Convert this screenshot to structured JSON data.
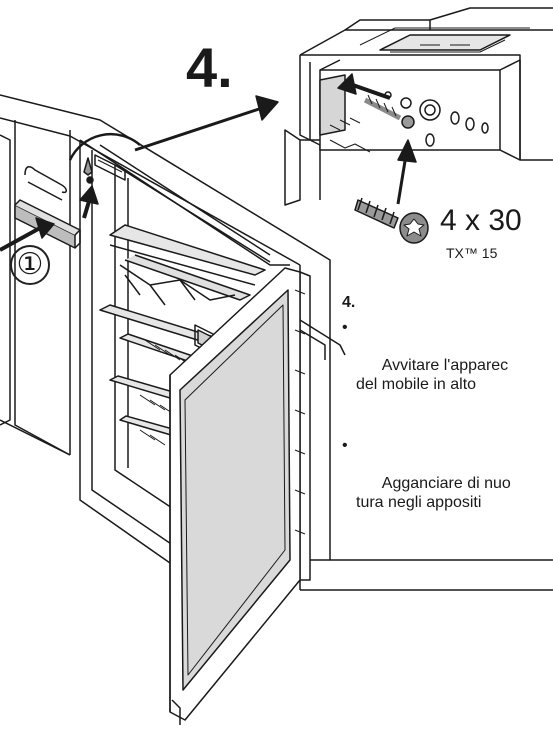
{
  "step_label": "4.",
  "callout_number": "①",
  "screw": {
    "size": "4 x 30",
    "type": "TX™ 15"
  },
  "instructions": {
    "title": "4.",
    "items": [
      {
        "bullet": "•",
        "text": "Avvitare l'apparec\ndel mobile in alto"
      },
      {
        "bullet": "•",
        "text": "Agganciare di nuo\ntura negli appositi"
      }
    ]
  },
  "colors": {
    "line": "#1a1a1a",
    "glass": "#d9d9d9",
    "shade": "#bdbdbd",
    "white": "#ffffff"
  },
  "icons": [
    "arrow-icon",
    "screw-icon",
    "torx-head-icon",
    "magnify-circle-icon"
  ]
}
